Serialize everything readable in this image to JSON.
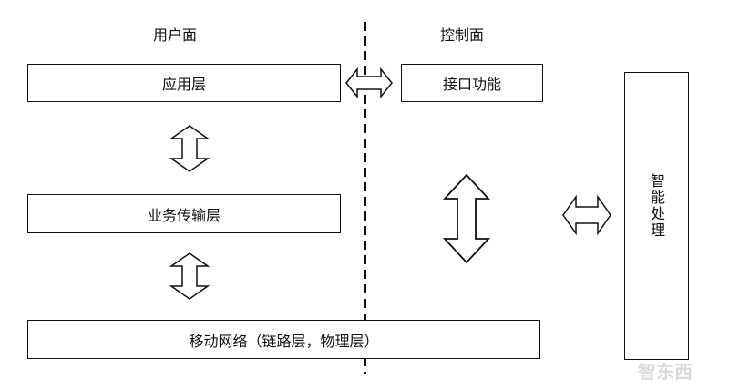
{
  "headers": {
    "user_plane": "用户面",
    "control_plane": "控制面"
  },
  "boxes": {
    "app_layer": "应用层",
    "service_transport_layer": "业务传输层",
    "mobile_network": "移动网络（链路层，物理层）",
    "interface_function": "接口功能",
    "intelligent_processing": "智能处理"
  },
  "watermark": "智东西"
}
